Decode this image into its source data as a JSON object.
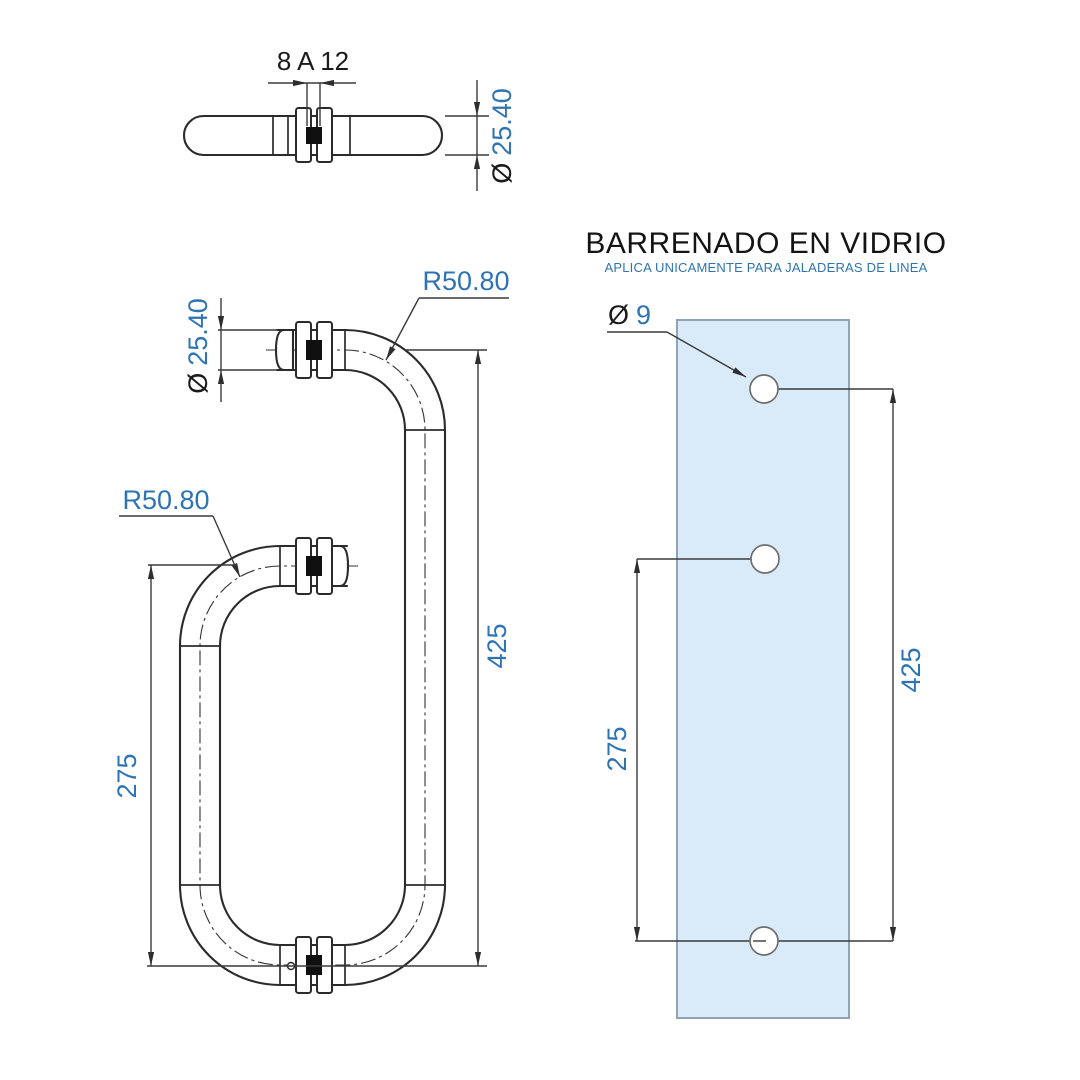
{
  "top_view": {
    "glass_thickness_dim": "8 A 12",
    "diameter_symbol": "Ø",
    "diameter_value": "25.40"
  },
  "front_view": {
    "diameter_symbol": "Ø",
    "diameter_value": "25.40",
    "radius_dim_top": "R50.80",
    "radius_dim_bottom": "R50.80",
    "hole_spacing_total": "425",
    "hole_spacing_offset": "275"
  },
  "glass_view": {
    "title": "BARRENADO EN VIDRIO",
    "subtitle": "APLICA UNICAMENTE PARA JALADERAS DE LINEA",
    "hole_diameter_symbol": "Ø",
    "hole_diameter_value": "9",
    "hole_spacing_total": "425",
    "hole_spacing_offset": "275"
  },
  "colors": {
    "dimension_text": "#2E74B5",
    "line": "#2B2B2B",
    "glass_fill": "#D9EBF9",
    "glass_border": "#8FA3B5"
  }
}
